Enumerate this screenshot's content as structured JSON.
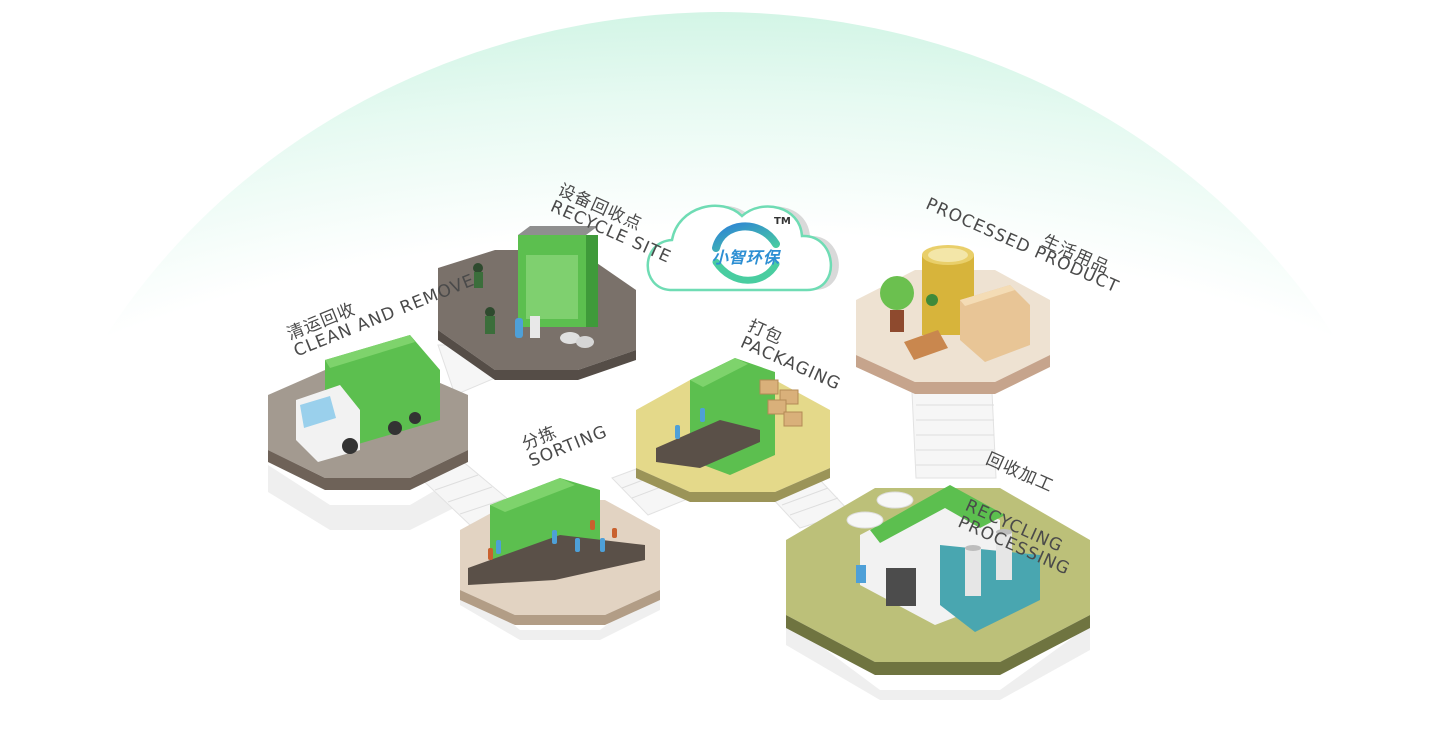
{
  "brand": {
    "name": "小智环保",
    "tm": "TM",
    "colors": {
      "primary": "#2d8fd3",
      "accent": "#5bd6a4",
      "cloud_outline": "#6fdcb4"
    }
  },
  "stages": [
    {
      "id": "recycle-site",
      "cn": "设备回收点",
      "en": "RECYCLE SITE",
      "platform_color": "#7a716a"
    },
    {
      "id": "clean-remove",
      "cn": "清运回收",
      "en": "CLEAN AND REMOVE",
      "platform_color": "#a39a90"
    },
    {
      "id": "sorting",
      "cn": "分拣",
      "en": "SORTING",
      "platform_color": "#e2d3c2"
    },
    {
      "id": "packaging",
      "cn": "打包",
      "en": "PACKAGING",
      "platform_color": "#e4d98a"
    },
    {
      "id": "processed-product",
      "cn": "生活用品",
      "en": "PROCESSED PRODUCT",
      "platform_color": "#eee2d2"
    },
    {
      "id": "recycling-processing",
      "cn": "回收加工",
      "en": "RECYCLING\nPROCESSING",
      "platform_color": "#bcc079"
    }
  ],
  "theme": {
    "dome_color": "#d8f6ea",
    "equipment_green": "#5cbf4f"
  }
}
